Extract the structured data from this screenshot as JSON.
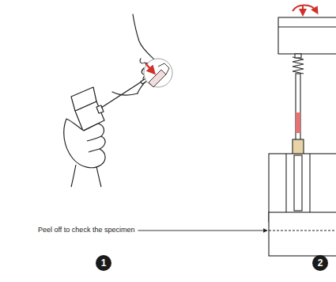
{
  "diagram": {
    "labels": [
      "Peel off to check the specimen",
      "1",
      "2"
    ]
  }
}
